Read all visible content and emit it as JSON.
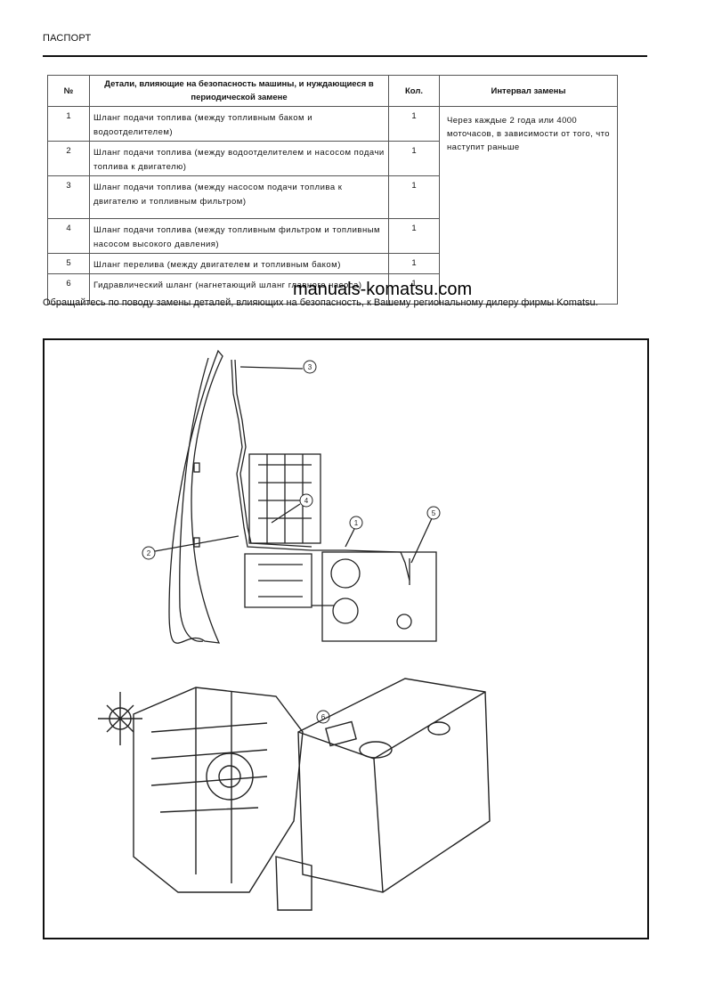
{
  "header": {
    "title": "ПАСПОРТ"
  },
  "table": {
    "headers": {
      "num": "№",
      "details": "Детали, влияющие на безопасность машины, и нуждающиеся в периодической замене",
      "qty": "Кол.",
      "interval": "Интервал замены"
    },
    "interval_text": "Через каждые 2 года или 4000 моточасов, в зависимости от того, что наступит раньше",
    "rows": [
      {
        "num": "1",
        "desc": "Шланг подачи топлива (между топливным баком и водоотделителем)",
        "qty": "1"
      },
      {
        "num": "2",
        "desc": "Шланг подачи топлива (между водоотделителем и насосом подачи топлива к двигателю)",
        "qty": "1"
      },
      {
        "num": "3",
        "desc": "Шланг подачи топлива (между насосом подачи топлива к двигателю и топливным фильтром)",
        "qty": "1"
      },
      {
        "num": "4",
        "desc": "Шланг подачи топлива (между топливным фильтром и топливным насосом высокого давления)",
        "qty": "1"
      },
      {
        "num": "5",
        "desc": "Шланг перелива (между двигателем и топливным баком)",
        "qty": "1"
      },
      {
        "num": "6",
        "desc": "Гидравлический шланг (нагнетающий шланг главного насоса)",
        "qty": "1"
      }
    ]
  },
  "watermark": "manuals-komatsu.com",
  "note": "Обращайтесь по поводу замены деталей, влияющих на безопасность, к Вашему региональному дилеру фирмы Komatsu.",
  "figure": {
    "callouts": [
      "1",
      "2",
      "3",
      "4",
      "5",
      "6"
    ]
  }
}
